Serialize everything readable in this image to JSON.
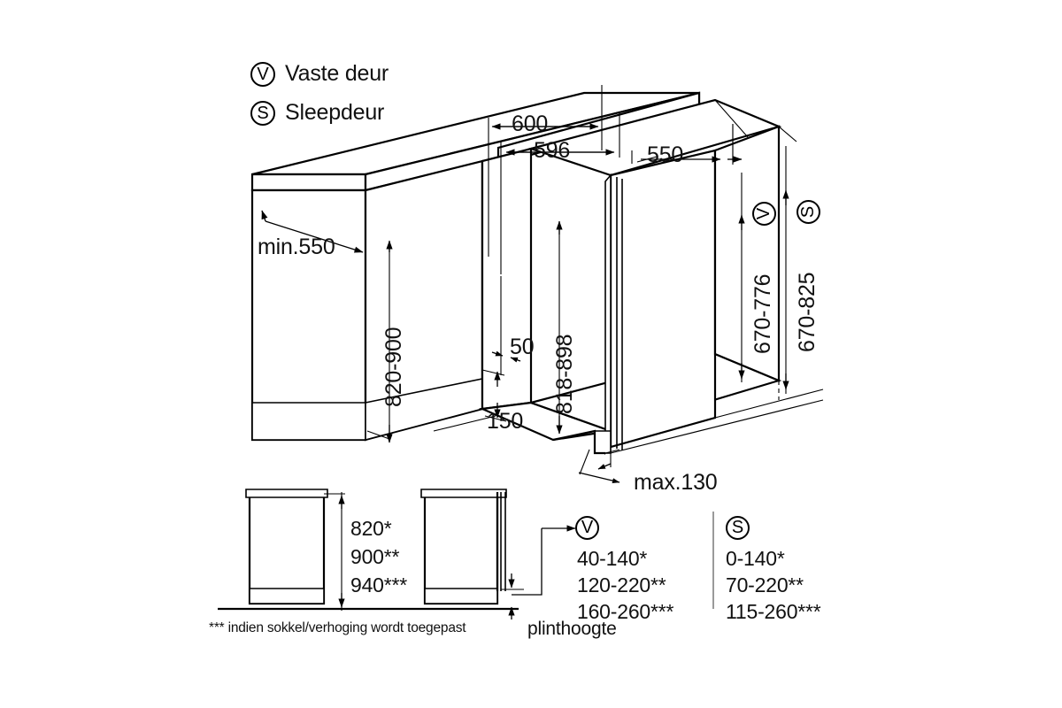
{
  "meta": {
    "title": "Inbouwmaten vaatwasser (isometrische technische tekening)",
    "line_color": "#000000",
    "background": "#ffffff",
    "divider_color": "#9a9a9a"
  },
  "legend": {
    "items": [
      {
        "symbol": "V",
        "label": "Vaste deur"
      },
      {
        "symbol": "S",
        "label": "Sleepdeur"
      }
    ]
  },
  "dimensions": {
    "width_niche_600": "600",
    "width_appliance_596": "596",
    "depth_550": "550",
    "worktop_depth_min": "min.550",
    "worktop_height": "820-900",
    "niche_height": "818-898",
    "gap_50": "50",
    "plinth_recess_150": "150",
    "door_overhang_max": "max.130",
    "door_height_fixed": "670-776",
    "door_height_sliding": "670-825"
  },
  "elevation": {
    "heights": [
      "820*",
      "900**",
      "940***"
    ],
    "footnote": "*** indien sokkel/verhoging wordt toegepast",
    "plinth_label": "plinthoogte"
  },
  "door_table": {
    "columns": [
      {
        "symbol": "V",
        "values": [
          "40-140*",
          "120-220**",
          "160-260***"
        ]
      },
      {
        "symbol": "S",
        "values": [
          "0-140*",
          "70-220**",
          "115-260***"
        ]
      }
    ]
  }
}
